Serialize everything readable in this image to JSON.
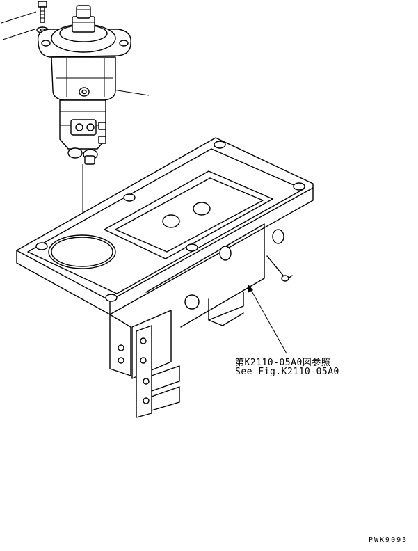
{
  "labels": {
    "reference_jp": "第K2110-05A0図参照",
    "reference_en": "See Fig.K2110-05A0",
    "drawing_code": "PWK9093"
  }
}
